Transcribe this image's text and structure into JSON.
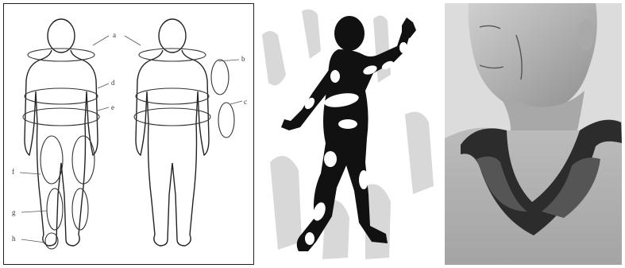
{
  "diagram": {
    "labels": [
      "a",
      "b",
      "c",
      "d",
      "e",
      "f",
      "g",
      "h"
    ]
  },
  "colors": {
    "line": "#222222",
    "silhouette": "#111111",
    "ghost": "#d6d6d6",
    "photo_bg": "#d9d9d9"
  }
}
